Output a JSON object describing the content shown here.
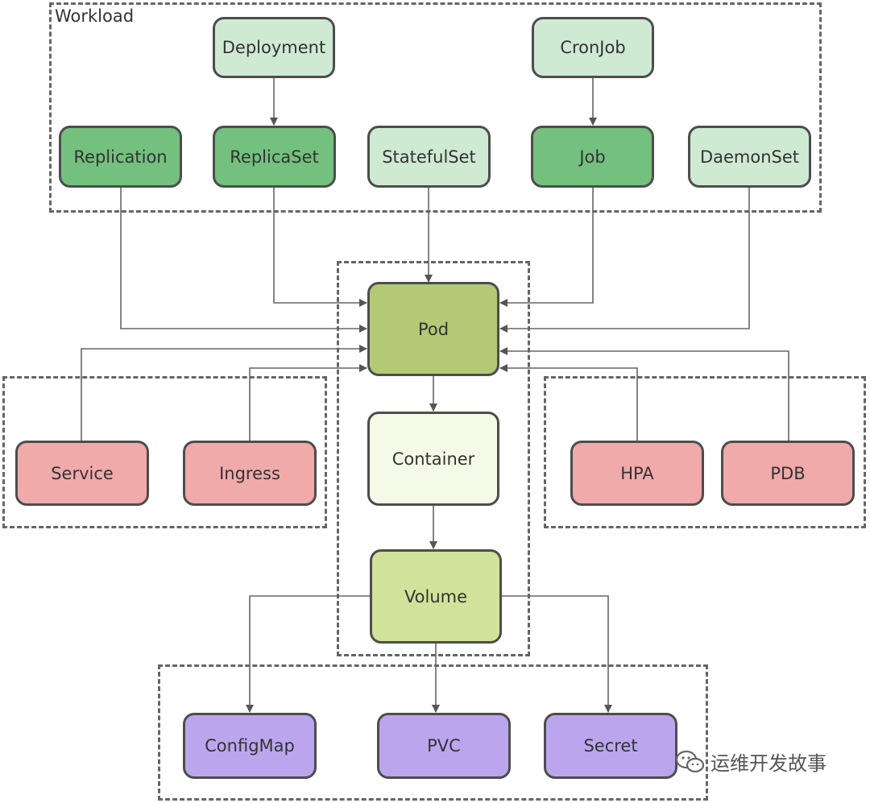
{
  "groups": {
    "workload": {
      "label": "Workload"
    }
  },
  "nodes": {
    "deployment": {
      "label": "Deployment",
      "color": "#cfead3"
    },
    "cronjob": {
      "label": "CronJob",
      "color": "#cfead3"
    },
    "replication": {
      "label": "Replication",
      "color": "#74c07e"
    },
    "replicaset": {
      "label": "ReplicaSet",
      "color": "#74c07e"
    },
    "statefulset": {
      "label": "StatefulSet",
      "color": "#cfead3"
    },
    "job": {
      "label": "Job",
      "color": "#74c07e"
    },
    "daemonset": {
      "label": "DaemonSet",
      "color": "#cfead3"
    },
    "pod": {
      "label": "Pod",
      "color": "#b2c976"
    },
    "container": {
      "label": "Container",
      "color": "#f5f9e8"
    },
    "volume": {
      "label": "Volume",
      "color": "#d1e39a"
    },
    "service": {
      "label": "Service",
      "color": "#f0aaaa"
    },
    "ingress": {
      "label": "Ingress",
      "color": "#f0aaaa"
    },
    "hpa": {
      "label": "HPA",
      "color": "#f0aaaa"
    },
    "pdb": {
      "label": "PDB",
      "color": "#f0aaaa"
    },
    "configmap": {
      "label": "ConfigMap",
      "color": "#bba6ee"
    },
    "pvc": {
      "label": "PVC",
      "color": "#bba6ee"
    },
    "secret": {
      "label": "Secret",
      "color": "#bba6ee"
    }
  },
  "edges": [
    {
      "from": "deployment",
      "to": "replicaset"
    },
    {
      "from": "cronjob",
      "to": "job"
    },
    {
      "from": "statefulset",
      "to": "pod"
    },
    {
      "from": "replicaset",
      "to": "pod"
    },
    {
      "from": "replication",
      "to": "pod"
    },
    {
      "from": "job",
      "to": "pod"
    },
    {
      "from": "daemonset",
      "to": "pod"
    },
    {
      "from": "service",
      "to": "pod"
    },
    {
      "from": "ingress",
      "to": "pod"
    },
    {
      "from": "hpa",
      "to": "pod"
    },
    {
      "from": "pdb",
      "to": "pod"
    },
    {
      "from": "pod",
      "to": "container"
    },
    {
      "from": "container",
      "to": "volume"
    },
    {
      "from": "volume",
      "to": "configmap"
    },
    {
      "from": "volume",
      "to": "pvc"
    },
    {
      "from": "volume",
      "to": "secret"
    }
  ],
  "watermark": {
    "text": "运维开发故事",
    "icon": "wechat-icon"
  }
}
